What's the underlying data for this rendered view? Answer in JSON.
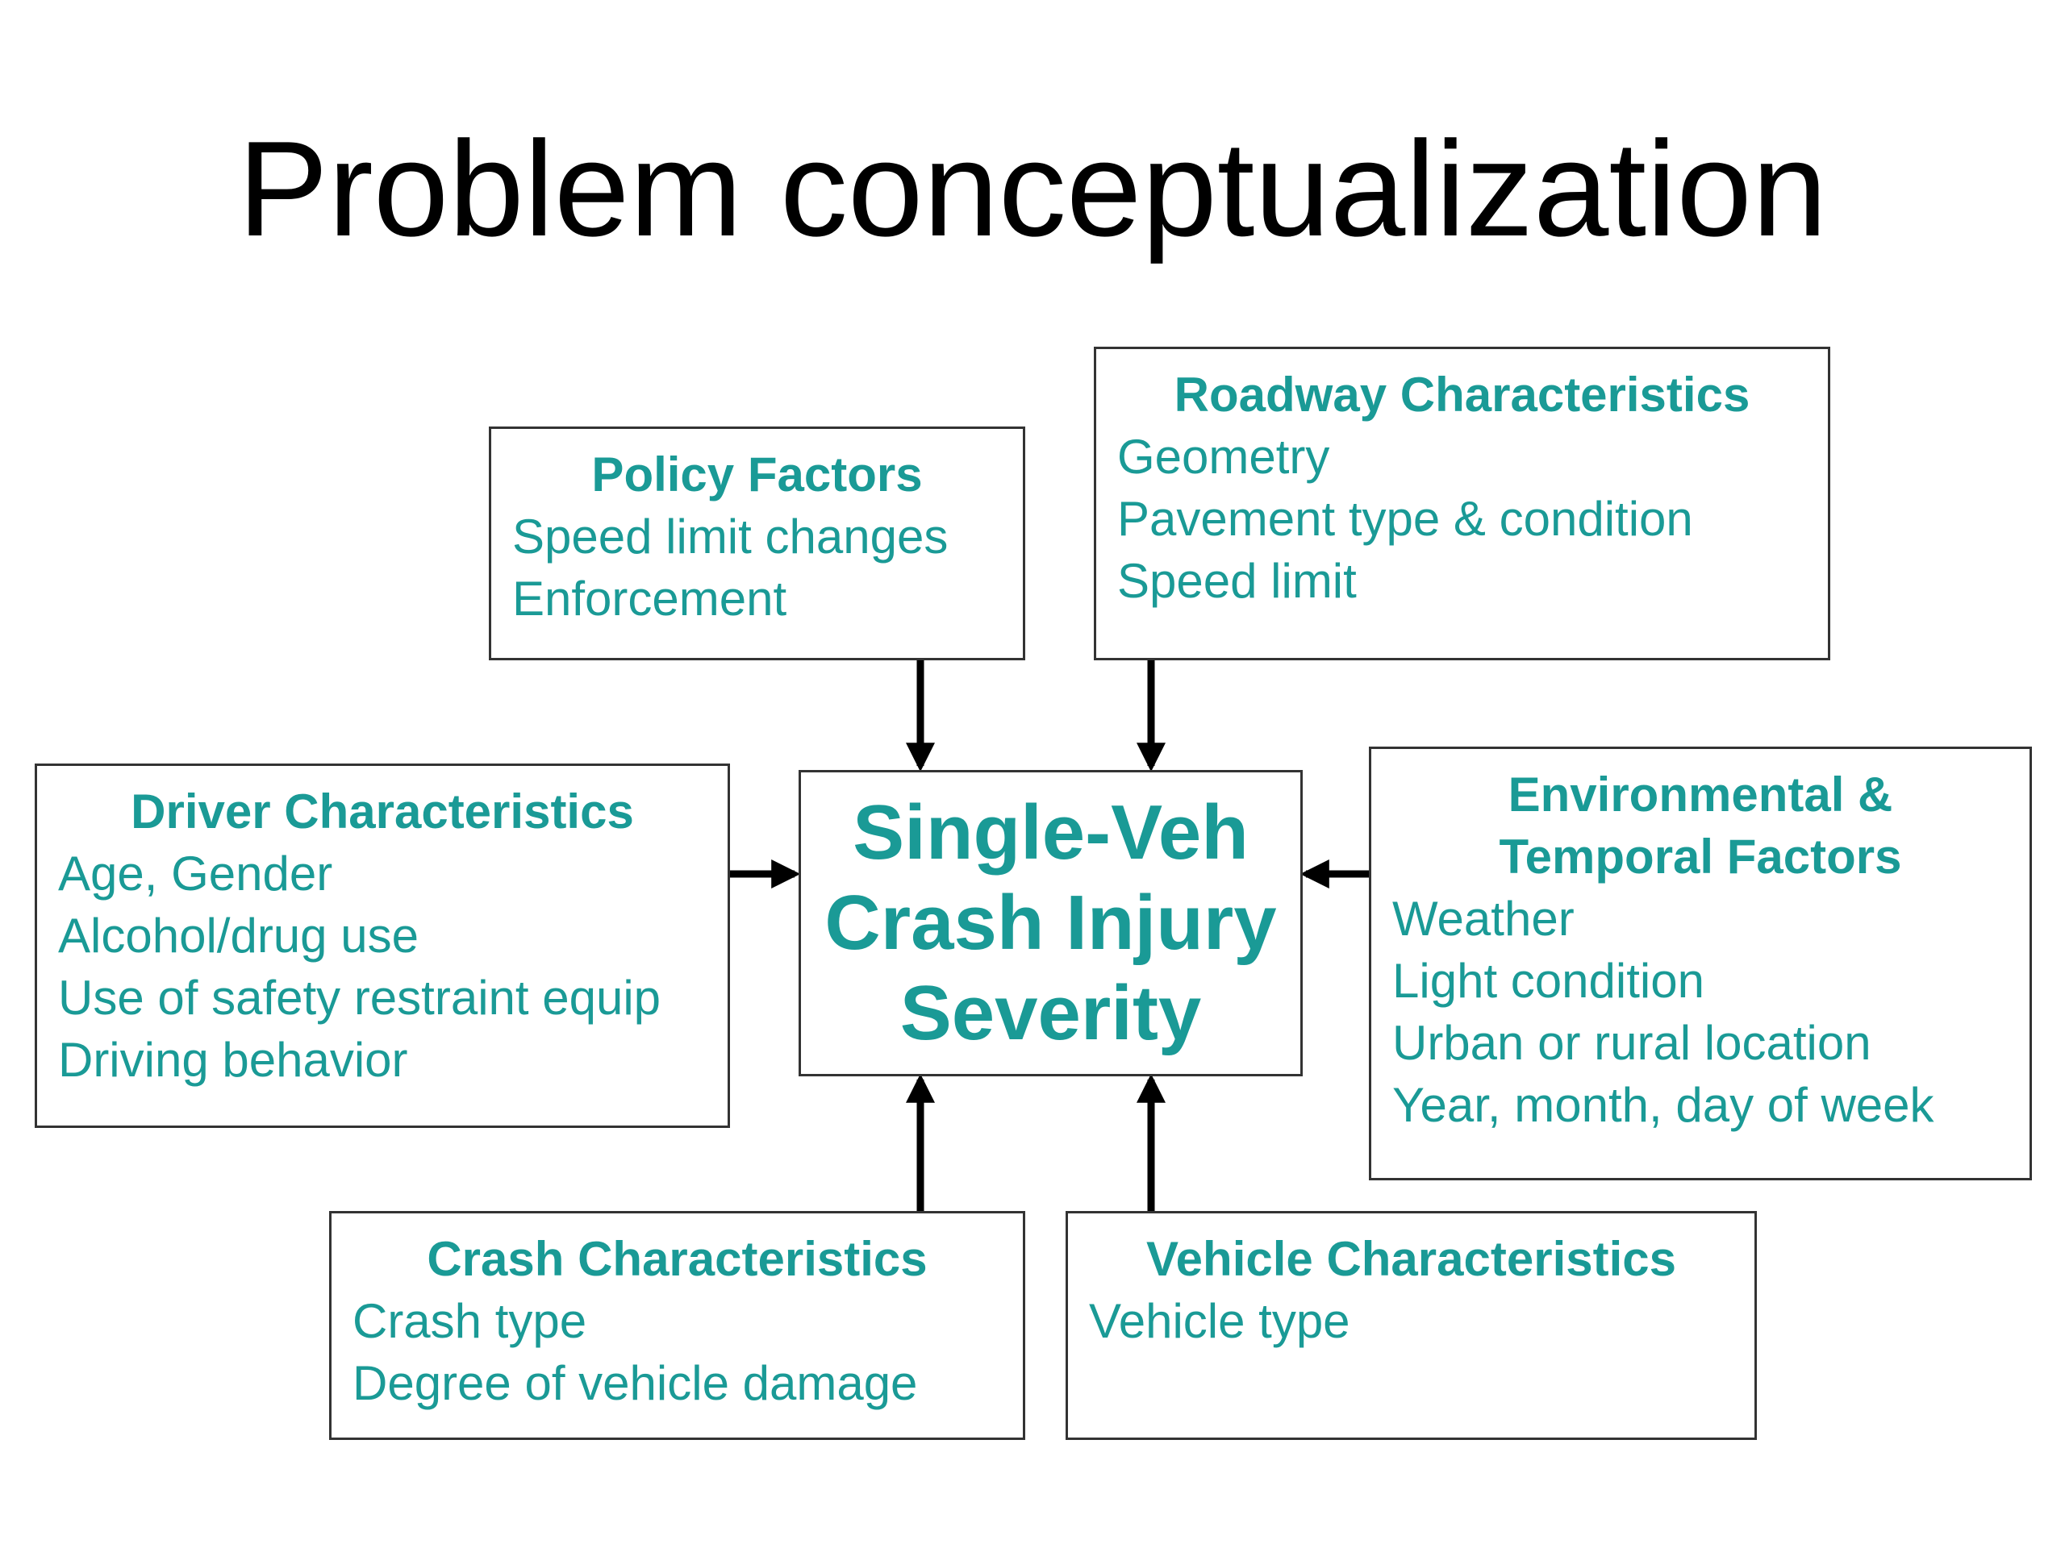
{
  "title": "Problem conceptualization",
  "center": {
    "lines": [
      "Single-Veh",
      "Crash Injury",
      "Severity"
    ]
  },
  "policy": {
    "header": "Policy Factors",
    "items": [
      "Speed limit changes",
      "Enforcement"
    ]
  },
  "roadway": {
    "header": "Roadway Characteristics",
    "items": [
      "Geometry",
      "Pavement type & condition",
      "Speed limit"
    ]
  },
  "driver": {
    "header": "Driver Characteristics",
    "items": [
      "Age, Gender",
      "Alcohol/drug use",
      "Use of safety restraint equip",
      "Driving behavior"
    ]
  },
  "environment": {
    "header": [
      "Environmental &",
      "Temporal Factors"
    ],
    "items": [
      "Weather",
      "Light condition",
      "Urban or rural location",
      "Year, month, day of week"
    ]
  },
  "crash": {
    "header": "Crash Characteristics",
    "items": [
      "Crash type",
      "Degree of vehicle damage"
    ]
  },
  "vehicle": {
    "header": "Vehicle Characteristics",
    "items": [
      "Vehicle type"
    ]
  },
  "colors": {
    "accent": "#1a9a96",
    "border": "#333333",
    "arrow": "#000000"
  }
}
